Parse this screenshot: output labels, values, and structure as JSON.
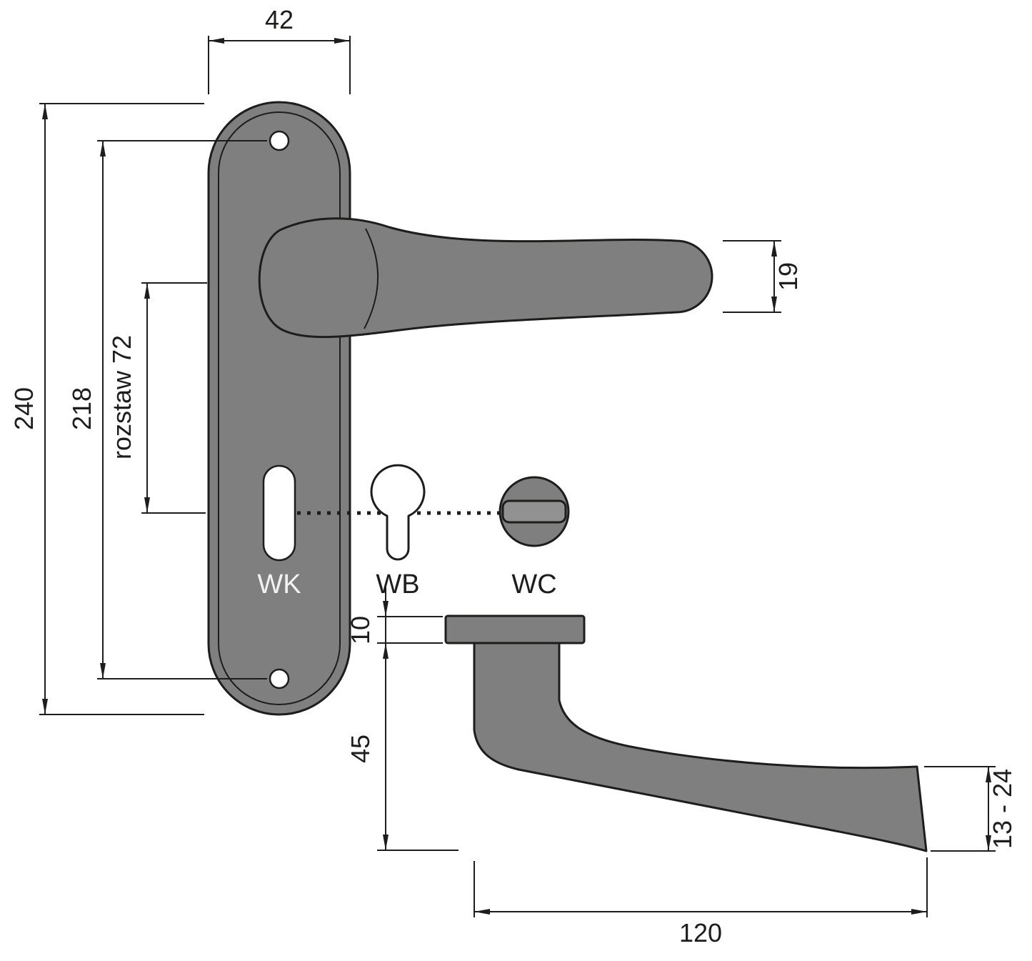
{
  "colors": {
    "background": "#ffffff",
    "metal": "#7f7f7f",
    "metal_light": "#919191",
    "outline": "#1d1d1b",
    "dimension": "#1d1d1b",
    "text": "#1d1d1b",
    "hole": "#ffffff",
    "label_on_plate": "#f2f2f2"
  },
  "front_view": {
    "plate_width": "42",
    "total_height": "240",
    "screw_spacing": "218",
    "axis_spacing": "rozstaw 72",
    "lever_thickness": "19",
    "keyhole_label": "WK",
    "cylinder_label": "WB",
    "wc_label": "WC"
  },
  "side_view": {
    "rose_thickness": "10",
    "projection": "45",
    "tip_thickness": "13 - 24",
    "lever_length": "120"
  }
}
